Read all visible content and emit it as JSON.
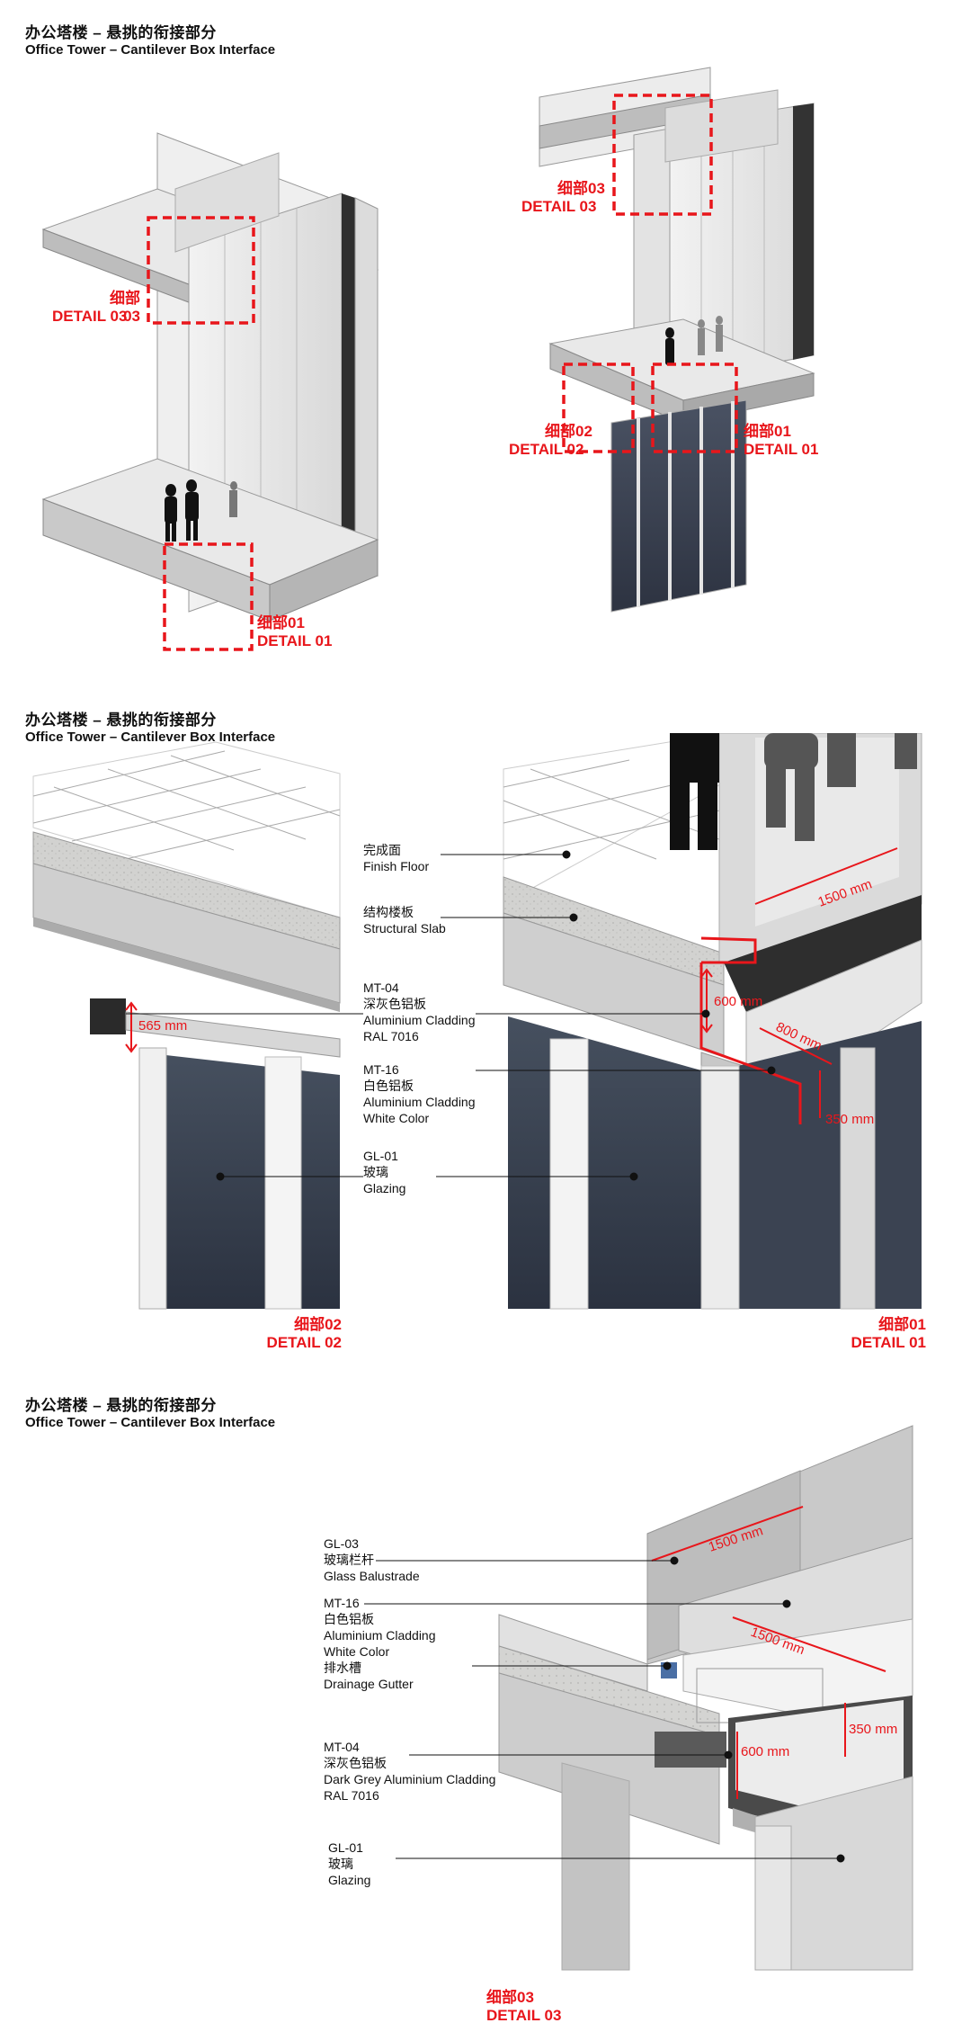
{
  "colors": {
    "detail_red": "#e8161b",
    "glass_dark": "#3a4152",
    "concrete": "#d0d0ce",
    "cladding_dark": "#303030"
  },
  "sections": [
    {
      "cn": "办公塔楼 – 悬挑的衔接部分",
      "en": "Office Tower – Cantilever Box Interface"
    },
    {
      "cn": "办公塔楼 – 悬挑的衔接部分",
      "en": "Office Tower – Cantilever Box Interface"
    },
    {
      "cn": "办公塔楼 – 悬挑的衔接部分",
      "en": "Office Tower – Cantilever Box Interface"
    }
  ],
  "callouts1": [
    {
      "cn": "细部03",
      "en": "DETAIL 03"
    },
    {
      "cn": "细部01",
      "en": "DETAIL 01"
    },
    {
      "cn": "细部03",
      "en": "DETAIL 03"
    },
    {
      "cn": "细部02",
      "en": "DETAIL 02"
    },
    {
      "cn": "细部01",
      "en": "DETAIL 01"
    }
  ],
  "section2": {
    "labels": [
      {
        "lines": [
          "完成面",
          "Finish Floor"
        ]
      },
      {
        "lines": [
          "结构楼板",
          "Structural Slab"
        ]
      },
      {
        "lines": [
          "MT-04",
          "深灰色铝板",
          "Aluminium Cladding",
          "RAL 7016"
        ]
      },
      {
        "lines": [
          "MT-16",
          "白色铝板",
          "Aluminium Cladding",
          "White Color"
        ]
      },
      {
        "lines": [
          "GL-01",
          "玻璃",
          "Glazing"
        ]
      }
    ],
    "dims": [
      "565 mm",
      "1500 mm",
      "600 mm",
      "800 mm",
      "350 mm"
    ],
    "details": [
      {
        "cn": "细部02",
        "en": "DETAIL 02"
      },
      {
        "cn": "细部01",
        "en": "DETAIL 01"
      }
    ]
  },
  "section3": {
    "labels": [
      {
        "lines": [
          "GL-03",
          "玻璃栏杆",
          "Glass Balustrade"
        ]
      },
      {
        "lines": [
          "MT-16",
          "白色铝板",
          "Aluminium Cladding",
          "White Color",
          "排水槽",
          "Drainage Gutter"
        ]
      },
      {
        "lines": [
          "MT-04",
          "深灰色铝板",
          "Dark Grey Aluminium Cladding",
          "RAL 7016"
        ]
      },
      {
        "lines": [
          "GL-01",
          "玻璃",
          "Glazing"
        ]
      }
    ],
    "dims": [
      "1500 mm",
      "1500 mm",
      "350 mm",
      "600 mm"
    ],
    "detail": {
      "cn": "细部03",
      "en": "DETAIL 03"
    }
  }
}
